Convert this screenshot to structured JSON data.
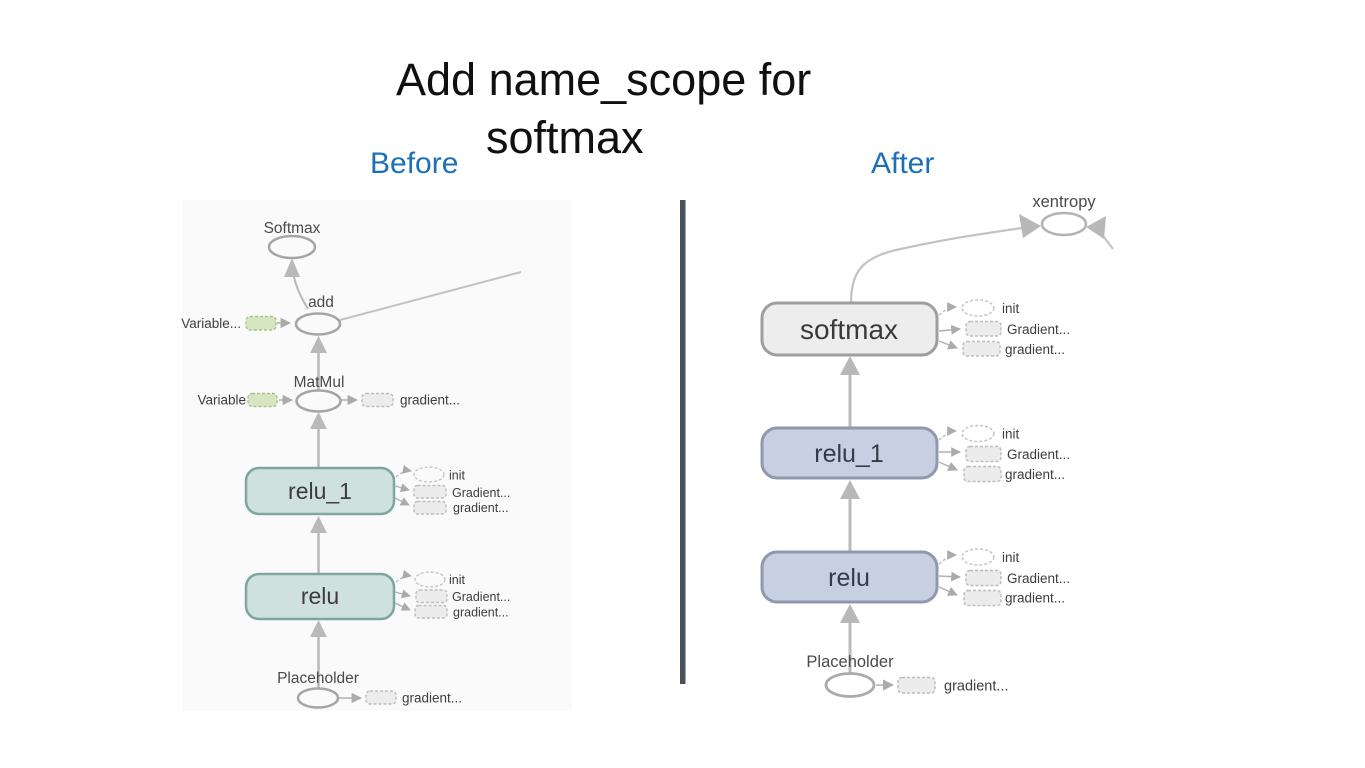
{
  "slide": {
    "title_line1": "Add name_scope for",
    "title_line2": "softmax",
    "before_label": "Before",
    "after_label": "After"
  },
  "annotations": {
    "init": "init",
    "gradient_capital": "Gradient...",
    "gradient_lower": "gradient..."
  },
  "before": {
    "softmax": "Softmax",
    "add": "add",
    "variable_ellipsis": "Variable...",
    "matmul": "MatMul",
    "variable": "Variable",
    "relu_1": "relu_1",
    "relu": "relu",
    "placeholder": "Placeholder"
  },
  "after": {
    "xentropy": "xentropy",
    "softmax": "softmax",
    "relu_1": "relu_1",
    "relu": "relu",
    "placeholder": "Placeholder"
  },
  "colors": {
    "accent_blue": "#1d6fb8",
    "divider_gray": "#4a535b",
    "left_node_fill": "#cfe1dd",
    "left_node_border": "#7ea69f",
    "right_node_fill": "#c6d0e2",
    "right_node_border": "#9099ab",
    "softmax_node_fill": "#ededed",
    "softmax_node_border": "#9e9e9e",
    "variable_fill": "#d6e6c0",
    "variable_border": "#a3c18c",
    "annotation_fill": "#ececec",
    "edge_gray": "#bdbdbd",
    "title_black": "#101010"
  }
}
